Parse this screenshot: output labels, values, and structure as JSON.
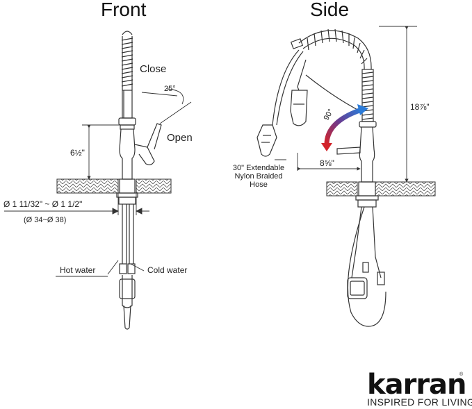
{
  "front": {
    "title": "Front",
    "close_label": "Close",
    "open_label": "Open",
    "angle_label": "25°",
    "height_label": "6½\"",
    "hole_label": "Ø 1 11/32\" ~ Ø 1 1/2\"",
    "hole_metric_label": "(Ø 34~Ø 38)",
    "hot_label": "Hot water",
    "cold_label": "Cold water"
  },
  "side": {
    "title": "Side",
    "rotation_label": "90°",
    "reach_label": "8⅝\"",
    "total_height_label": "18⅞\"",
    "hose_label": [
      "30\" Extendable",
      "Nylon Braided",
      "Hose"
    ]
  },
  "brand": {
    "name": "karran",
    "tagline": "INSPIRED FOR LIVING",
    "registered": "®"
  },
  "colors": {
    "line": "#333333",
    "arrow_start": "#d2232a",
    "arrow_end": "#2b7bd8"
  }
}
